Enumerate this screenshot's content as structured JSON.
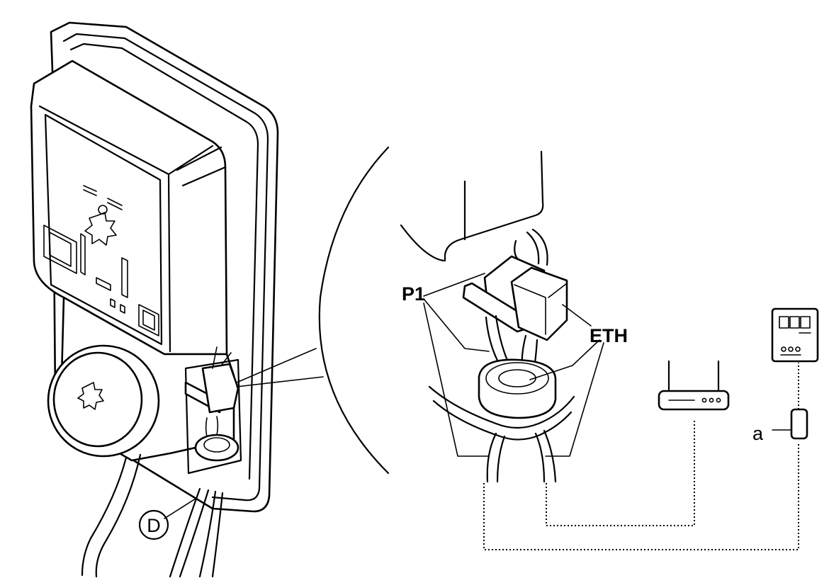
{
  "labels": {
    "p1": "P1",
    "eth": "ETH",
    "a": "a",
    "d": "D"
  },
  "line_color": "#000000",
  "background_color": "#ffffff",
  "icons": [
    "charger-unit-icon",
    "router-icon",
    "meter-icon",
    "adapter-icon"
  ]
}
